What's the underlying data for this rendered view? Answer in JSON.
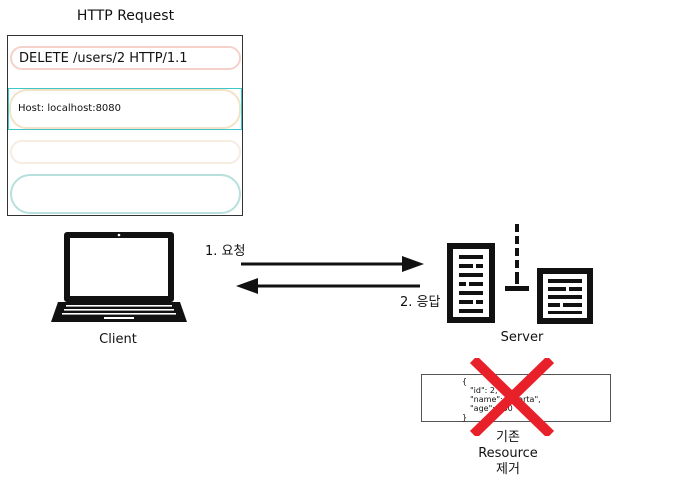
{
  "request": {
    "title": "HTTP Request",
    "request_line": "DELETE /users/2 HTTP/1.1",
    "header_line": "Host: localhost:8080"
  },
  "client": {
    "label": "Client"
  },
  "server": {
    "label": "Server"
  },
  "arrows": {
    "request_label": "1. 요청",
    "response_label": "2. 응답"
  },
  "resource": {
    "json_lines": [
      "{",
      "\"id\": 2,",
      "\"name\": \"sparta\",",
      "\"age\": 100",
      "}"
    ],
    "caption_line1": "기존",
    "caption_line2": "Resource",
    "caption_line3": "제거"
  },
  "colors": {
    "cross": "#e8202a",
    "highlight_border": "#3fc7c7"
  }
}
